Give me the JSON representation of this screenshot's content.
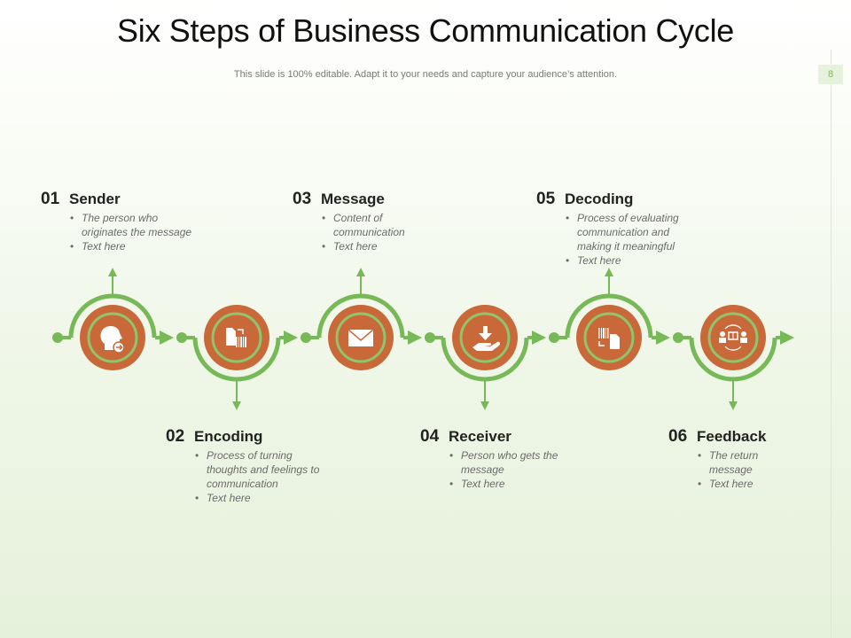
{
  "title": "Six Steps of Business Communication Cycle",
  "subtitle": "This slide is 100% editable. Adapt it to your needs and capture your audience’s attention.",
  "page_number": "8",
  "colors": {
    "green": "#78b957",
    "orange": "#c9693a",
    "icon": "#ffffff"
  },
  "steps": [
    {
      "number": "01",
      "title": "Sender",
      "icon": "head-arrow-icon",
      "bullets": [
        "The person who originates the message",
        "Text here"
      ]
    },
    {
      "number": "02",
      "title": "Encoding",
      "icon": "document-barcode-icon",
      "bullets": [
        "Process of turning thoughts and feelings to communication",
        "Text here"
      ]
    },
    {
      "number": "03",
      "title": "Message",
      "icon": "envelope-icon",
      "bullets": [
        "Content of communication",
        "Text here"
      ]
    },
    {
      "number": "04",
      "title": "Receiver",
      "icon": "hand-receive-icon",
      "bullets": [
        "Person who gets the message",
        "Text here"
      ]
    },
    {
      "number": "05",
      "title": "Decoding",
      "icon": "barcode-document-icon",
      "bullets": [
        "Process of evaluating communication and making it meaningful",
        "Text here"
      ]
    },
    {
      "number": "06",
      "title": "Feedback",
      "icon": "people-exchange-icon",
      "bullets": [
        "The return message",
        "Text here"
      ]
    }
  ]
}
